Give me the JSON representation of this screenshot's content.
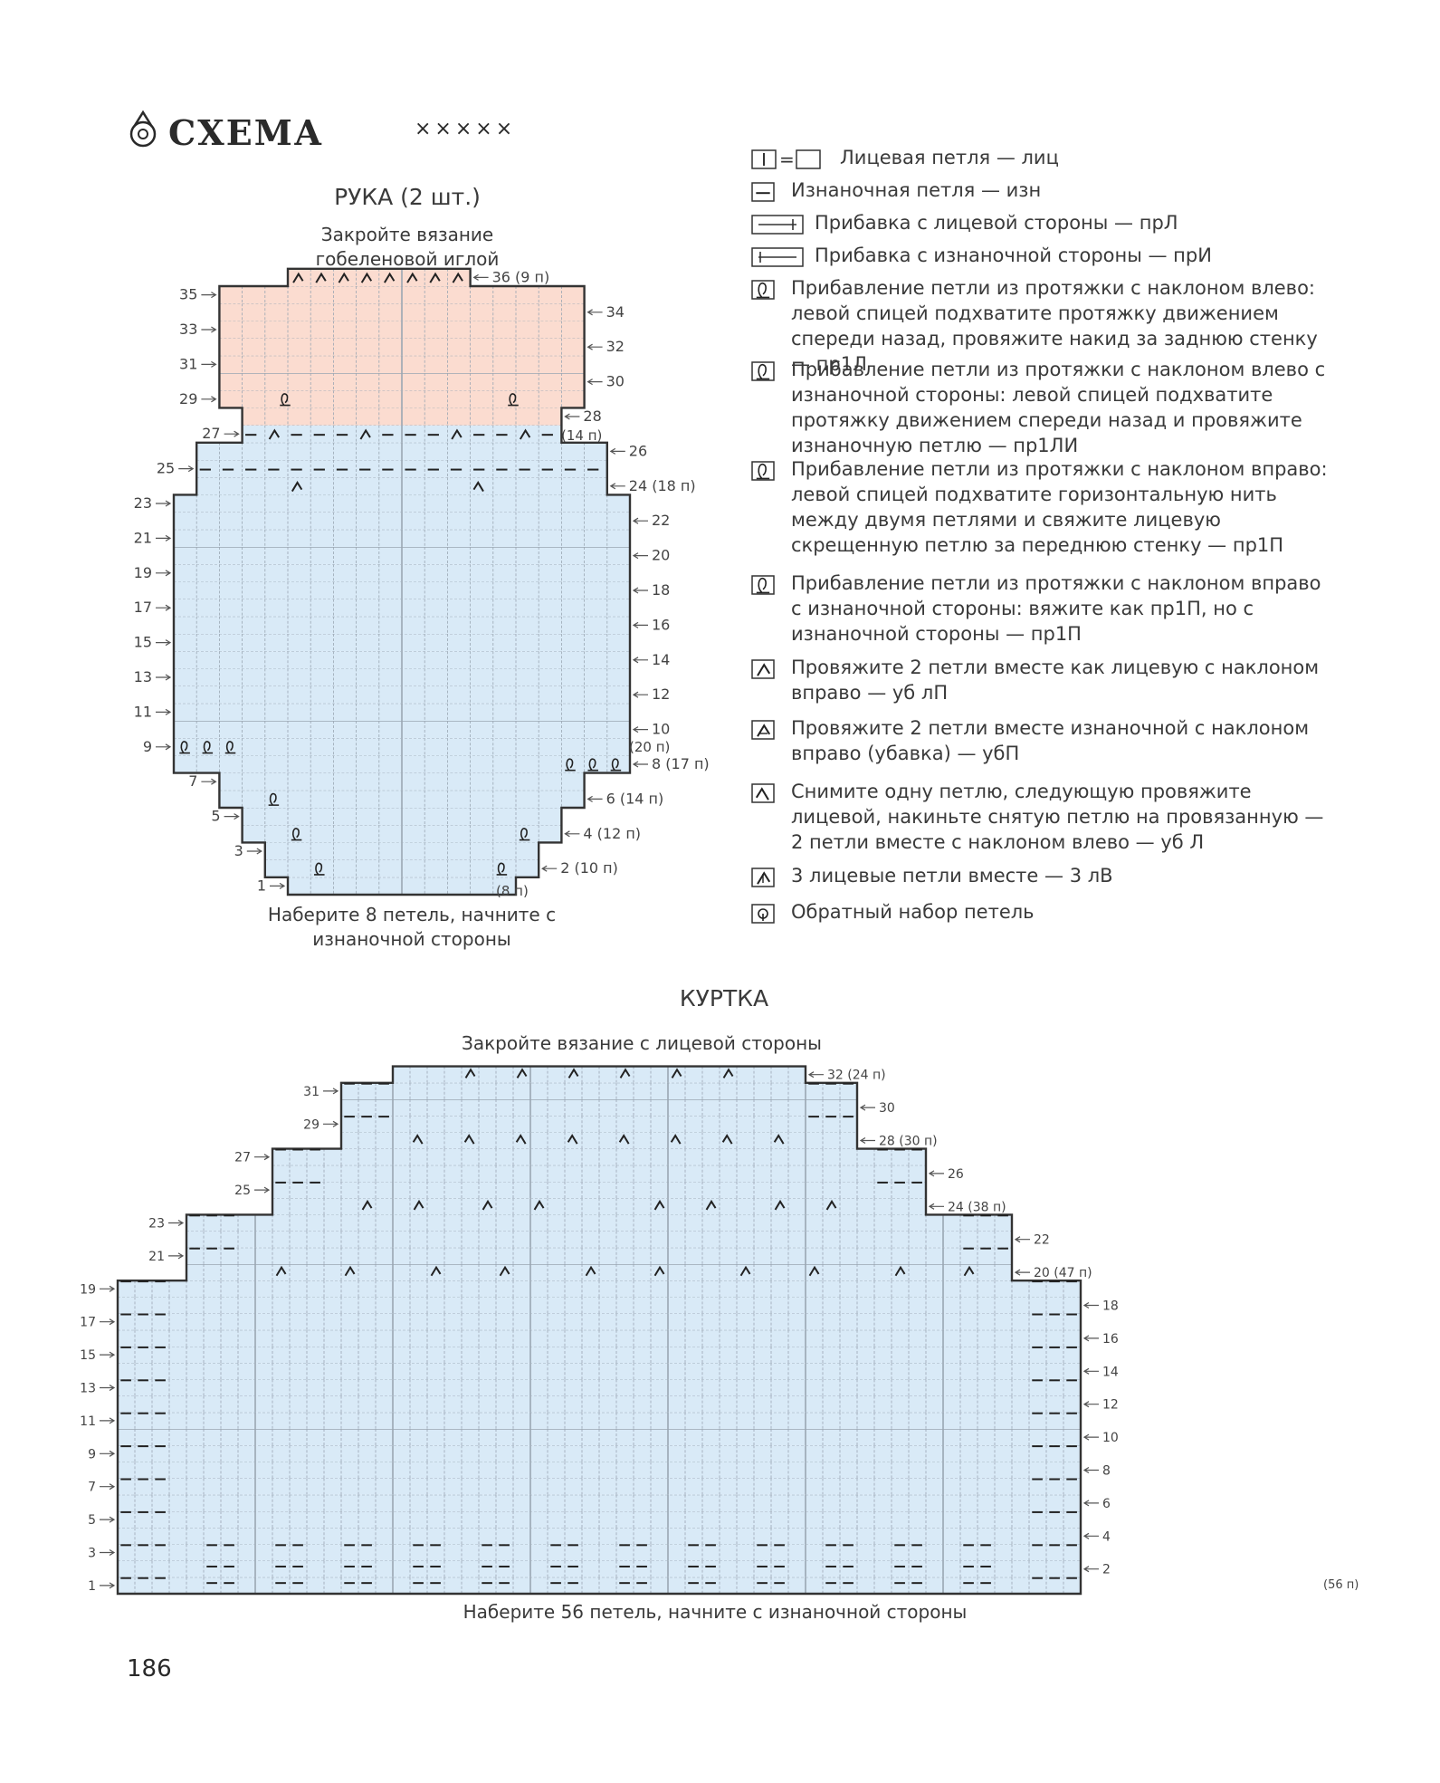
{
  "header": {
    "title": "СХЕМА",
    "stars": "×××××"
  },
  "arm": {
    "title": "РУКА (2 шт.)",
    "top_note": "Закройте вязание гобеленовой иглой",
    "bottom_note": "Наберите 8 петель, начните с изнаночной стороны",
    "row_labels": {
      "1": "1",
      "2": "2 (10 п)",
      "3": "3",
      "4": "4 (12 п)",
      "5": "5",
      "6": "6 (14 п)",
      "7": "7",
      "8": "8 (17 п)",
      "9": "9",
      "10": "10",
      "11": "11",
      "12": "12",
      "13": "13",
      "14": "14",
      "15": "15",
      "16": "16",
      "17": "17",
      "18": "18",
      "19": "19",
      "20": "20",
      "21": "21",
      "22": "22",
      "23": "23",
      "24": "24 (18 п)",
      "25": "25",
      "26": "26",
      "27": "27",
      "28": "28",
      "29": "29",
      "30": "30",
      "31": "31",
      "32": "32",
      "33": "33",
      "34": "34",
      "35": "35",
      "36": "36 (9 п)"
    },
    "extra_labels": {
      "row1": "(8 п)",
      "row9": "(20 п)",
      "row27": "(14 п)"
    },
    "colors": {
      "main": "#d9eaf7",
      "top": "#fbdcd0",
      "grid": "#9aa6b2"
    }
  },
  "jacket": {
    "title": "КУРТКА",
    "top_note": "Закройте вязание с лицевой стороны",
    "bottom_note": "Наберите 56 петель, начните с изнаночной стороны",
    "row_labels": {
      "1": "1",
      "2": "2",
      "3": "3",
      "4": "4",
      "5": "5",
      "6": "6",
      "7": "7",
      "8": "8",
      "9": "9",
      "10": "10",
      "11": "11",
      "12": "12",
      "13": "13",
      "14": "14",
      "15": "15",
      "16": "16",
      "17": "17",
      "18": "18",
      "19": "19",
      "20": "20 (47 п)",
      "21": "21",
      "22": "22",
      "23": "23",
      "24": "24 (38 п)",
      "25": "25",
      "26": "26",
      "27": "27",
      "28": "28 (30 п)",
      "29": "29",
      "30": "30",
      "31": "31",
      "32": "32 (24 п)"
    },
    "extra_labels": {
      "row1": "(56 п)"
    },
    "colors": {
      "main": "#d9eaf7",
      "grid": "#9aa6b2"
    }
  },
  "legend": [
    {
      "icon": "knit-stitch-icon",
      "text": "Лицевая петля — лиц"
    },
    {
      "icon": "purl-stitch-icon",
      "text": "Изнаночная петля — изн"
    },
    {
      "icon": "increase-rs-icon",
      "text": "Прибавка с лицевой стороны — прЛ"
    },
    {
      "icon": "increase-ws-icon",
      "text": "Прибавка с изнаночной стороны — прИ"
    },
    {
      "icon": "m1l-icon",
      "text": "Прибавление петли из протяжки с наклоном влево: левой спицей подхватите протяжку движением спереди назад, провяжите накид за заднюю стенку — пр1Л"
    },
    {
      "icon": "m1l-ws-icon",
      "text": "Прибавление петли из протяжки с наклоном влево с изнаночной стороны: левой спицей подхватите протяжку движением спереди назад и провяжите изнаночную петлю — пр1ЛИ"
    },
    {
      "icon": "m1r-icon",
      "text": "Прибавление петли из протяжки с наклоном вправо: левой спицей подхватите горизонтальную нить между двумя петлями и свяжите лицевую скрещенную петлю за переднюю стенку — пр1П"
    },
    {
      "icon": "m1r-ws-icon",
      "text": "Прибавление петли из протяжки с наклоном вправо с изнаночной стороны: вяжите как пр1П, но с изнаночной стороны — пр1П"
    },
    {
      "icon": "k2tog-icon",
      "text": "Провяжите 2 петли вместе как лицевую с наклоном вправо — уб лП"
    },
    {
      "icon": "p2tog-icon",
      "text": "Провяжите 2 петли вместе изнаночной с наклоном вправо (убавка) — убП"
    },
    {
      "icon": "ssk-icon",
      "text": "Снимите одну петлю, следующую провяжите лицевой, накиньте снятую петлю на провязанную — 2 петли вместе с наклоном влево — уб Л"
    },
    {
      "icon": "k3tog-icon",
      "text": "3 лицевые петли вместе — 3 лВ"
    },
    {
      "icon": "backward-loop-icon",
      "text": "Обратный набор петель"
    }
  ]
}
